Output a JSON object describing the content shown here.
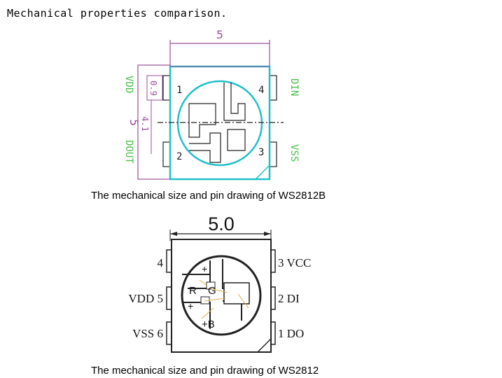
{
  "title": "Mechanical properties comparison.",
  "ws2812b": {
    "caption": "The mechanical size and pin drawing of WS2812B",
    "dim_top": "5",
    "dim_side": "5",
    "dim_pitch": "4.1",
    "dim_pad": "0.9",
    "pin_labels": {
      "vdd": "VDD",
      "dout": "DOUT",
      "din": "DIN",
      "vss": "VSS"
    },
    "pin_numbers": [
      "1",
      "2",
      "3",
      "4"
    ]
  },
  "ws2812": {
    "caption": "The mechanical size and pin drawing of WS2812",
    "dim_top": "5.0",
    "left_pins": [
      "4",
      "VDD 5",
      "VSS 6"
    ],
    "right_pins": [
      "3 VCC",
      "2 DI",
      "1 DO"
    ],
    "led_labels": [
      "R",
      "G",
      "+B"
    ],
    "plus_marks": [
      "+",
      "+"
    ]
  },
  "colors": {
    "outline_b": "#9b4f9b",
    "cyan": "#20c0c8",
    "pin_text": "#4bbf4b",
    "dark": "#222222"
  }
}
